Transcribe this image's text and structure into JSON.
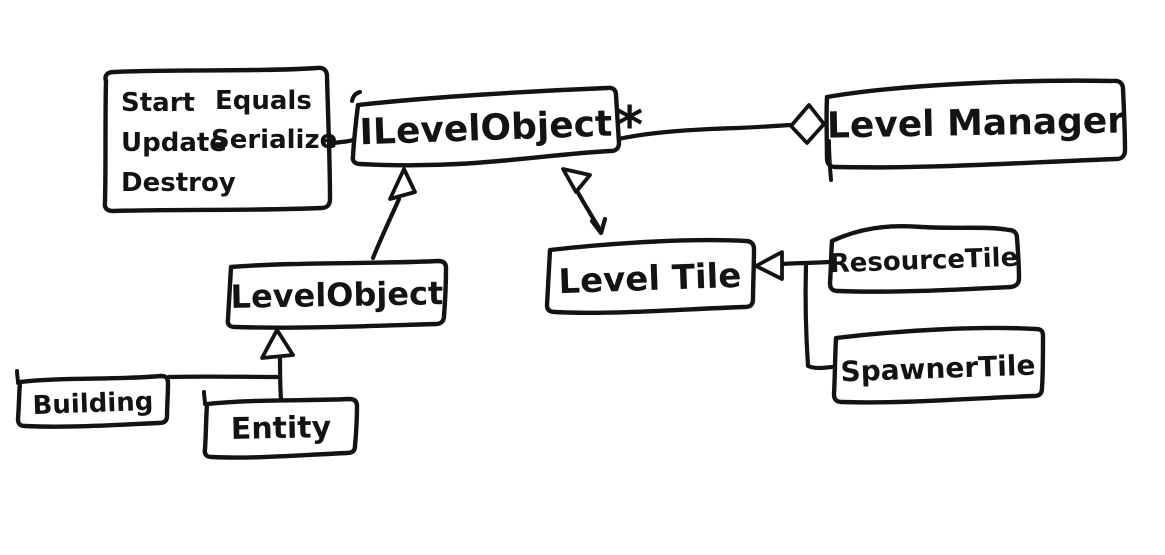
{
  "diagram": {
    "colors": {
      "ink": "#131313",
      "background": "#ffffff"
    },
    "nodes": {
      "note": {
        "column1": [
          "Start",
          "Update",
          "Destroy"
        ],
        "column2": [
          "Equals",
          "Serialize"
        ]
      },
      "ilevelobject": {
        "label": "ILevelObject"
      },
      "levelmanager": {
        "label": "Level Manager"
      },
      "levelobject": {
        "label": "LevelObject"
      },
      "leveltile": {
        "label": "Level Tile"
      },
      "resourcetile": {
        "label": "ResourceTile"
      },
      "spawnertile": {
        "label": "SpawnerTile"
      },
      "building": {
        "label": "Building"
      },
      "entity": {
        "label": "Entity"
      }
    },
    "multiplicity_star": "*",
    "edges": [
      {
        "from": "note",
        "to": "ILevelObject",
        "type": "attachment"
      },
      {
        "from": "ILevelObject",
        "to": "LevelManager",
        "type": "aggregation",
        "multiplicity": "*"
      },
      {
        "from": "LevelObject",
        "to": "ILevelObject",
        "type": "inheritance"
      },
      {
        "from": "LevelTile",
        "to": "ILevelObject",
        "type": "inheritance"
      },
      {
        "from": "ResourceTile",
        "to": "LevelTile",
        "type": "inheritance"
      },
      {
        "from": "SpawnerTile",
        "to": "LevelTile",
        "type": "inheritance"
      },
      {
        "from": "Building",
        "to": "LevelObject",
        "type": "inheritance"
      },
      {
        "from": "Entity",
        "to": "LevelObject",
        "type": "inheritance"
      }
    ]
  }
}
